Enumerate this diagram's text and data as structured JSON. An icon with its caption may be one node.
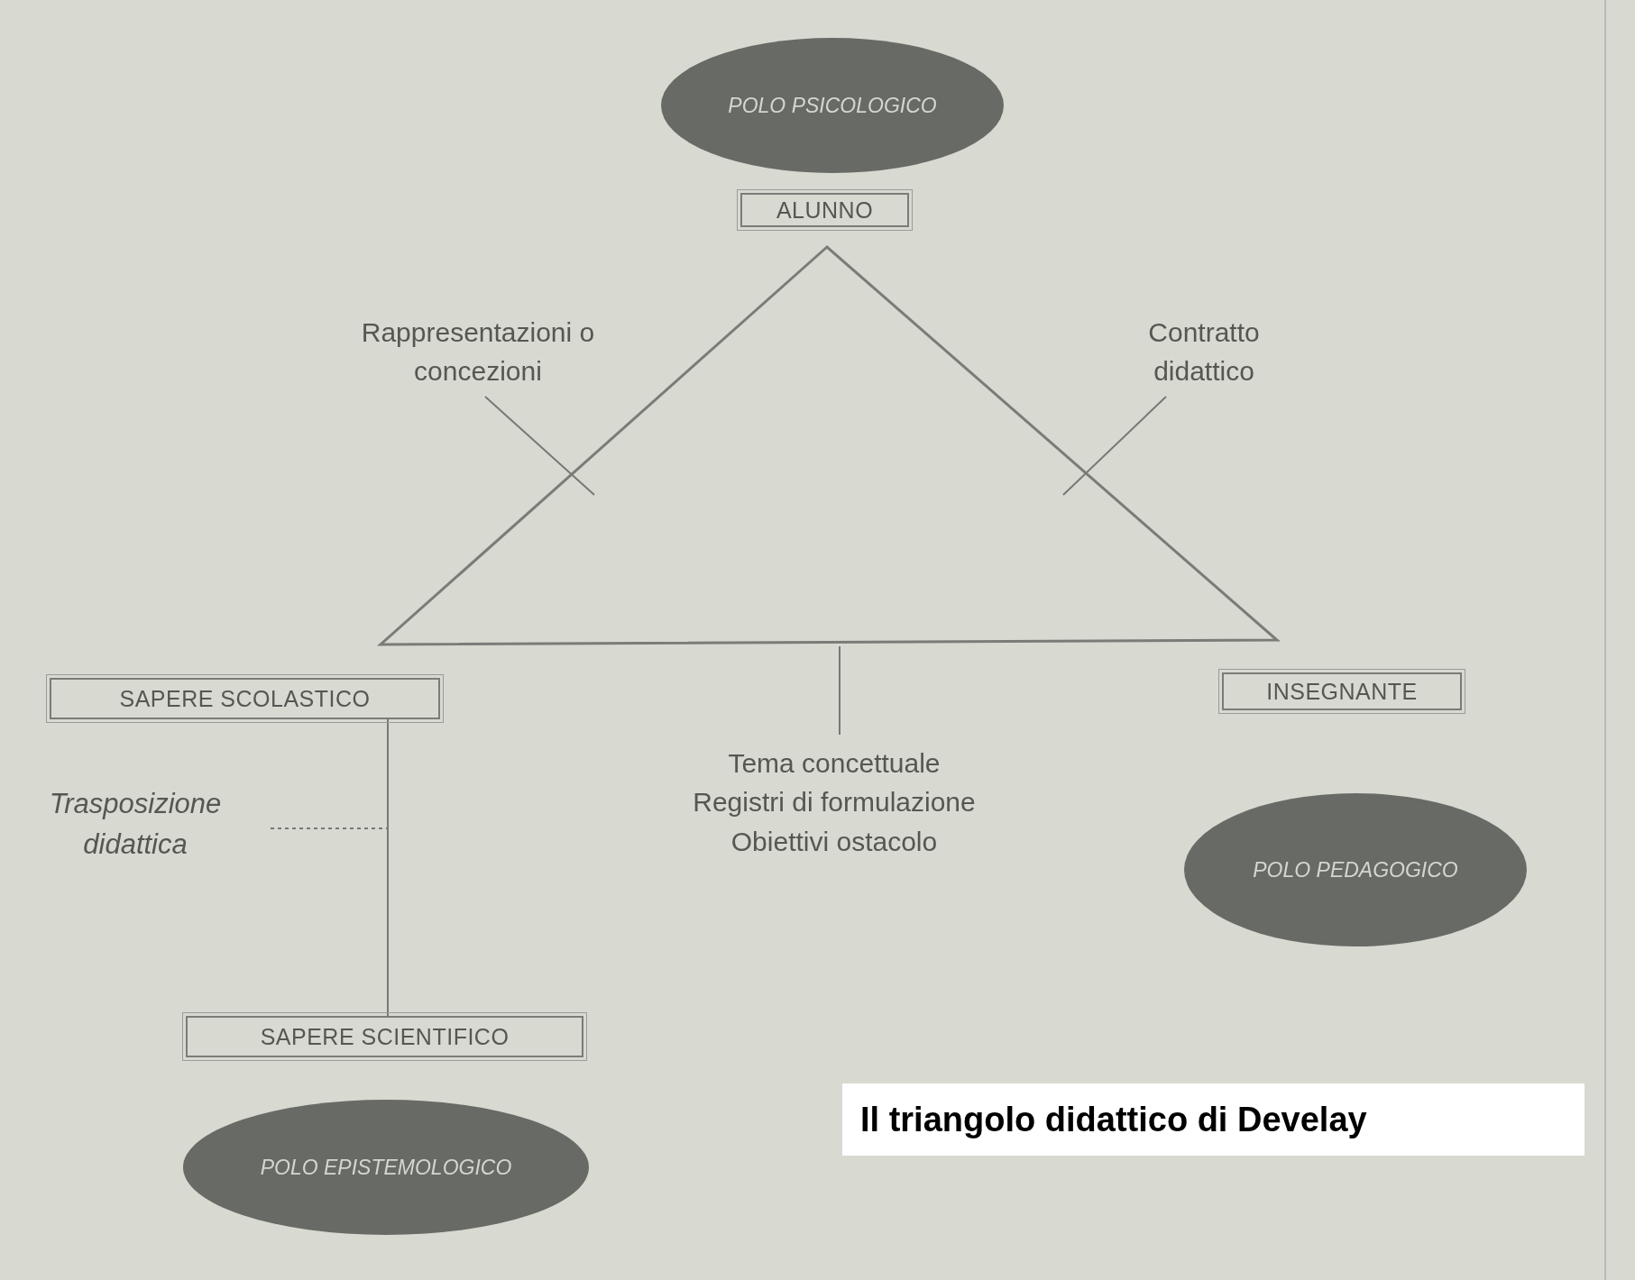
{
  "diagram": {
    "title": "Il triangolo didattico di Develay",
    "nodes": [
      {
        "text": [
          "POLO PSICOLOGICO"
        ]
      },
      {
        "text": [
          "ALUNNO"
        ]
      },
      {
        "text": [
          "Rappresentazioni o concezioni"
        ]
      },
      {
        "text": [
          "Contratto didattico"
        ]
      },
      {
        "text": [
          "SAPERE SCOLASTICO"
        ]
      },
      {
        "text": [
          "INSEGNANTE"
        ]
      },
      {
        "text": [
          "Tema concettuale",
          "Registri di formulazione",
          "Obiettivi ostacolo"
        ]
      },
      {
        "text": [
          "Trasposizione didattica"
        ]
      },
      {
        "text": [
          "SAPERE SCIENTIFICO"
        ]
      },
      {
        "text": [
          "POLO PEDAGOGICO"
        ]
      },
      {
        "text": [
          "POLO EPISTEMOLOGICO"
        ]
      }
    ],
    "edges": [
      {
        "from": 2,
        "to": null,
        "arrow": "none"
      },
      {
        "from": 3,
        "to": null,
        "arrow": "none"
      },
      {
        "from": 6,
        "to": null,
        "arrow": "none"
      },
      {
        "from": 4,
        "to": 8,
        "arrow": "none"
      },
      {
        "from": 7,
        "to": null,
        "arrow": "none",
        "style": "dashed"
      }
    ]
  }
}
